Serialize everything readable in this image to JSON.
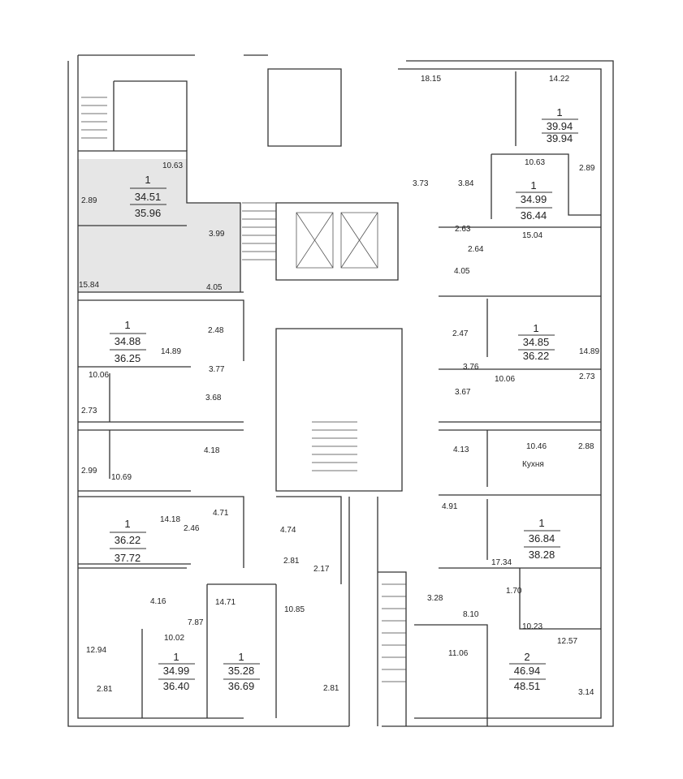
{
  "apartments": [
    {
      "rooms": "1",
      "living": "34.51",
      "total": "35.96",
      "highlighted": true
    },
    {
      "rooms": "1",
      "living": "34.88",
      "total": "36.25"
    },
    {
      "rooms": "1",
      "living": "36.22",
      "total": "37.72"
    },
    {
      "rooms": "1",
      "living": "34.99",
      "total": "36.40"
    },
    {
      "rooms": "1",
      "living": "35.28",
      "total": "36.69"
    },
    {
      "rooms": "1",
      "living": "39.94",
      "total": "39.94"
    },
    {
      "rooms": "1",
      "living": "34.99",
      "total": "36.44"
    },
    {
      "rooms": "1",
      "living": "34.85",
      "total": "36.22"
    },
    {
      "rooms": "1",
      "living": "36.84",
      "total": "38.28"
    },
    {
      "rooms": "2",
      "living": "46.94",
      "total": "48.51"
    }
  ],
  "room_areas": [
    "10.63",
    "2.89",
    "3.99",
    "15.84",
    "4.05",
    "14.89",
    "2.48",
    "3.77",
    "10.06",
    "3.68",
    "2.73",
    "4.18",
    "2.99",
    "10.69",
    "14.18",
    "4.71",
    "2.46",
    "4.16",
    "7.87",
    "10.02",
    "12.94",
    "2.81",
    "4.74",
    "2.81",
    "2.17",
    "14.71",
    "10.85",
    "2.81",
    "18.15",
    "14.22",
    "10.63",
    "2.89",
    "3.84",
    "3.73",
    "2.63",
    "15.04",
    "2.64",
    "4.05",
    "2.47",
    "14.89",
    "3.76",
    "10.06",
    "2.73",
    "3.67",
    "4.13",
    "10.46",
    "2.88",
    "4.91",
    "17.34",
    "3.28",
    "1.70",
    "8.10",
    "10.23",
    "12.57",
    "11.06",
    "3.14"
  ],
  "labels": {
    "kitchen": "Кухня"
  },
  "colors": {
    "highlight": "#e6e6e6",
    "walls": "#333333"
  }
}
